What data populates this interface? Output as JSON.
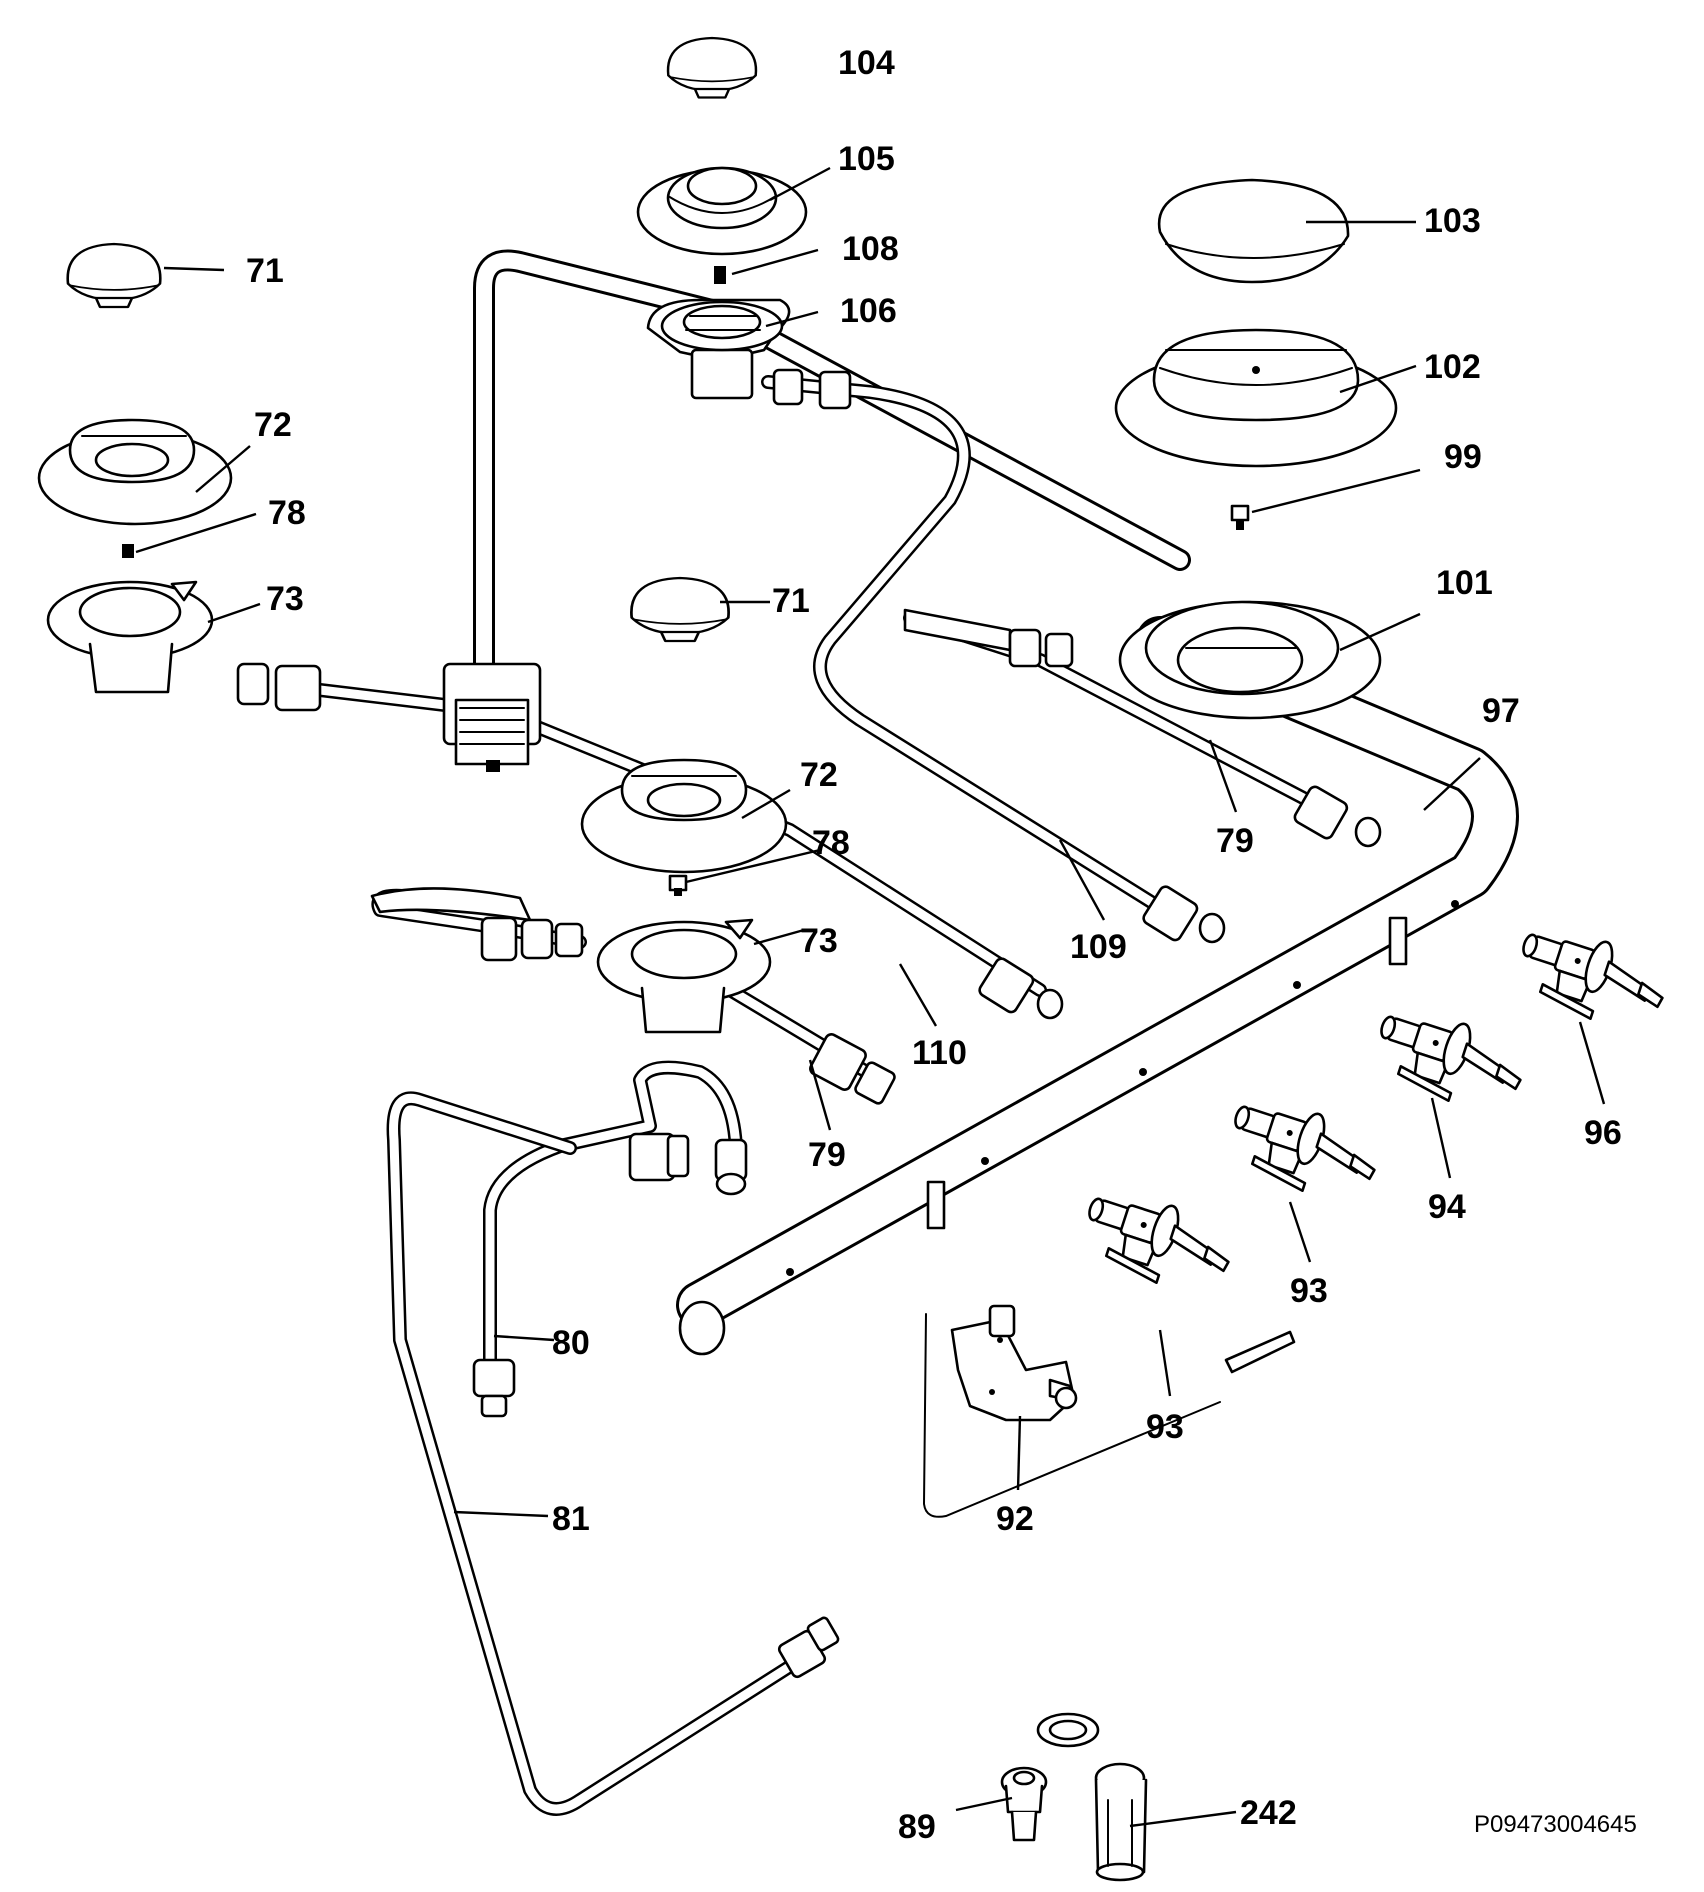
{
  "diagram": {
    "labels": [
      {
        "id": "l104",
        "text": "104"
      },
      {
        "id": "l105",
        "text": "105"
      },
      {
        "id": "l108",
        "text": "108"
      },
      {
        "id": "l106",
        "text": "106"
      },
      {
        "id": "l103",
        "text": "103"
      },
      {
        "id": "l102",
        "text": "102"
      },
      {
        "id": "l99",
        "text": "99"
      },
      {
        "id": "l101",
        "text": "101"
      },
      {
        "id": "l97",
        "text": "97"
      },
      {
        "id": "l71a",
        "text": "71"
      },
      {
        "id": "l72a",
        "text": "72"
      },
      {
        "id": "l78a",
        "text": "78"
      },
      {
        "id": "l73a",
        "text": "73"
      },
      {
        "id": "l71b",
        "text": "71"
      },
      {
        "id": "l72b",
        "text": "72"
      },
      {
        "id": "l78b",
        "text": "78"
      },
      {
        "id": "l73b",
        "text": "73"
      },
      {
        "id": "l79a",
        "text": "79"
      },
      {
        "id": "l79b",
        "text": "79"
      },
      {
        "id": "l109",
        "text": "109"
      },
      {
        "id": "l110",
        "text": "110"
      },
      {
        "id": "l96",
        "text": "96"
      },
      {
        "id": "l94",
        "text": "94"
      },
      {
        "id": "l93a",
        "text": "93"
      },
      {
        "id": "l93b",
        "text": "93"
      },
      {
        "id": "l92",
        "text": "92"
      },
      {
        "id": "l80",
        "text": "80"
      },
      {
        "id": "l81",
        "text": "81"
      },
      {
        "id": "l89",
        "text": "89"
      },
      {
        "id": "l242",
        "text": "242"
      }
    ],
    "drawing_code": "P09473004645"
  }
}
